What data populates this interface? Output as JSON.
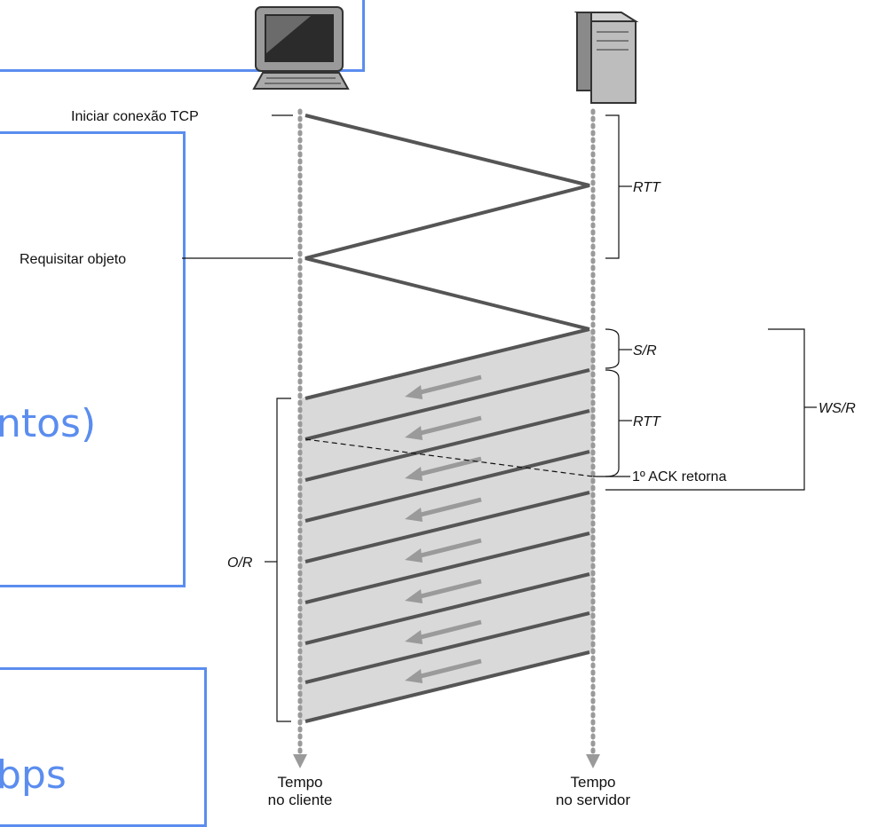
{
  "labels": {
    "init_tcp": "Iniciar conexão TCP",
    "request_object": "Requisitar objeto",
    "rtt_top": "RTT",
    "s_r": "S/R",
    "rtt_mid": "RTT",
    "ws_r": "WS/R",
    "first_ack": "1º ACK retorna",
    "o_r": "O/R",
    "client_time_1": "Tempo",
    "client_time_2": "no cliente",
    "server_time_1": "Tempo",
    "server_time_2": "no servidor"
  },
  "slide_fragments": {
    "mid_text": "ntos)",
    "bottom_text": "bps"
  },
  "icons": [
    "computer-icon",
    "server-icon"
  ],
  "colors": {
    "accent": "#5b8def",
    "segment_line": "#555555",
    "shade": "#d9d9d9"
  }
}
